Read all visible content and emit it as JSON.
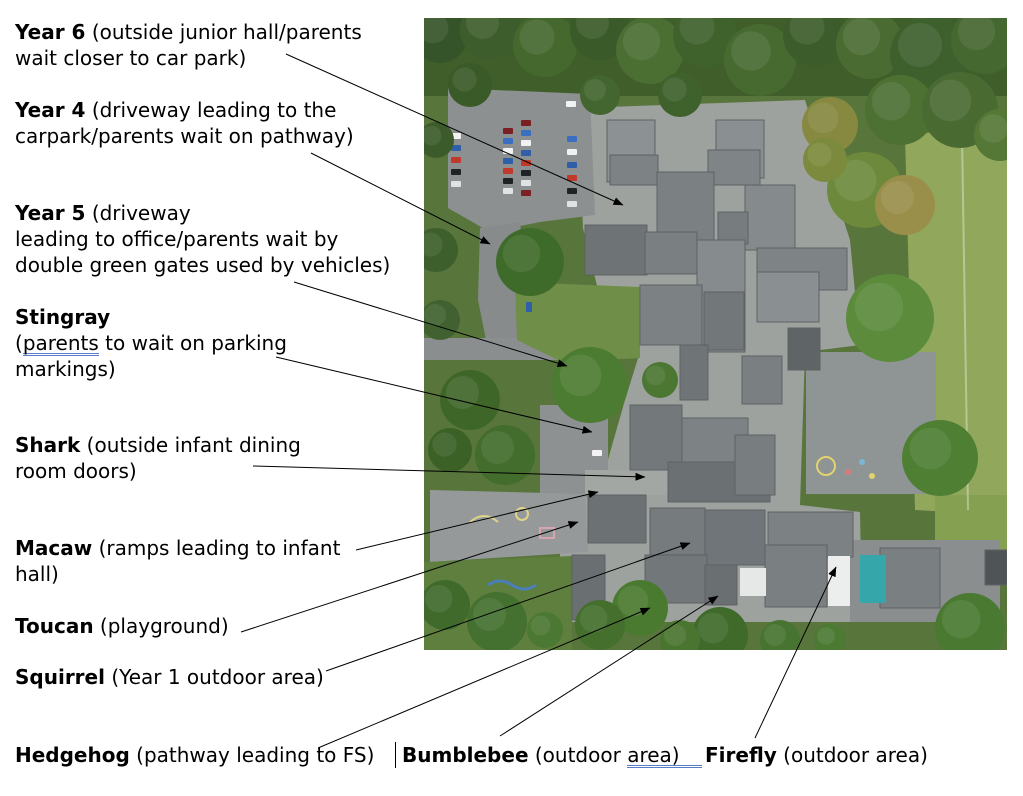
{
  "labels": {
    "year6": {
      "name": "Year 6",
      "line1": "(outside junior hall/parents",
      "line2": "wait closer to car park)"
    },
    "year4": {
      "name": "Year 4",
      "line1": "(driveway leading to the",
      "line2": "carpark/parents wait on pathway)"
    },
    "year5": {
      "name": "Year 5",
      "line1": "(driveway",
      "line2": "leading to office/parents wait by",
      "line3": "double green gates used by vehicles)"
    },
    "stingray": {
      "name": "Stingray",
      "line2_open": "(",
      "line2_marked": "parents",
      "line2_rest": " to wait on parking",
      "line3": "markings)"
    },
    "shark": {
      "name": "Shark",
      "line1": "(outside infant dining",
      "line2": "room doors)"
    },
    "macaw": {
      "name": "Macaw",
      "line1": "(ramps leading to infant",
      "line2": "hall)"
    },
    "toucan": {
      "name": "Toucan",
      "line1": "(playground)"
    },
    "squirrel": {
      "name": "Squirrel",
      "line1": "(Year 1 outdoor area)"
    },
    "hedgehog": {
      "name": "Hedgehog",
      "line1": "(pathway leading to FS)"
    },
    "bumblebee": {
      "name": "Bumblebee",
      "line1_pre": "(outdoor ",
      "line1_marked": "area)"
    },
    "firefly": {
      "name": "Firefly",
      "line1": "(outdoor area)"
    }
  },
  "colors": {
    "arrow": "#000000",
    "proofing_underline": "#5a7cc4",
    "text": "#000000"
  }
}
